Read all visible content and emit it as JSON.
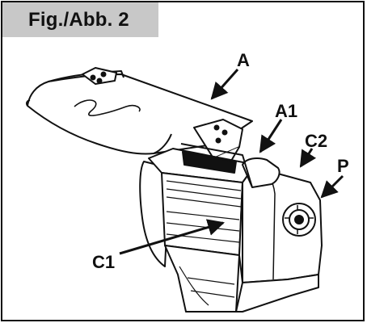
{
  "figure": {
    "title": "Fig./Abb. 2"
  },
  "callouts": {
    "a": "A",
    "a1": "A1",
    "c2": "C2",
    "p": "P",
    "c1": "C1"
  },
  "colors": {
    "ink": "#111111",
    "title_box": "#c8c8c8",
    "background": "#ffffff"
  }
}
